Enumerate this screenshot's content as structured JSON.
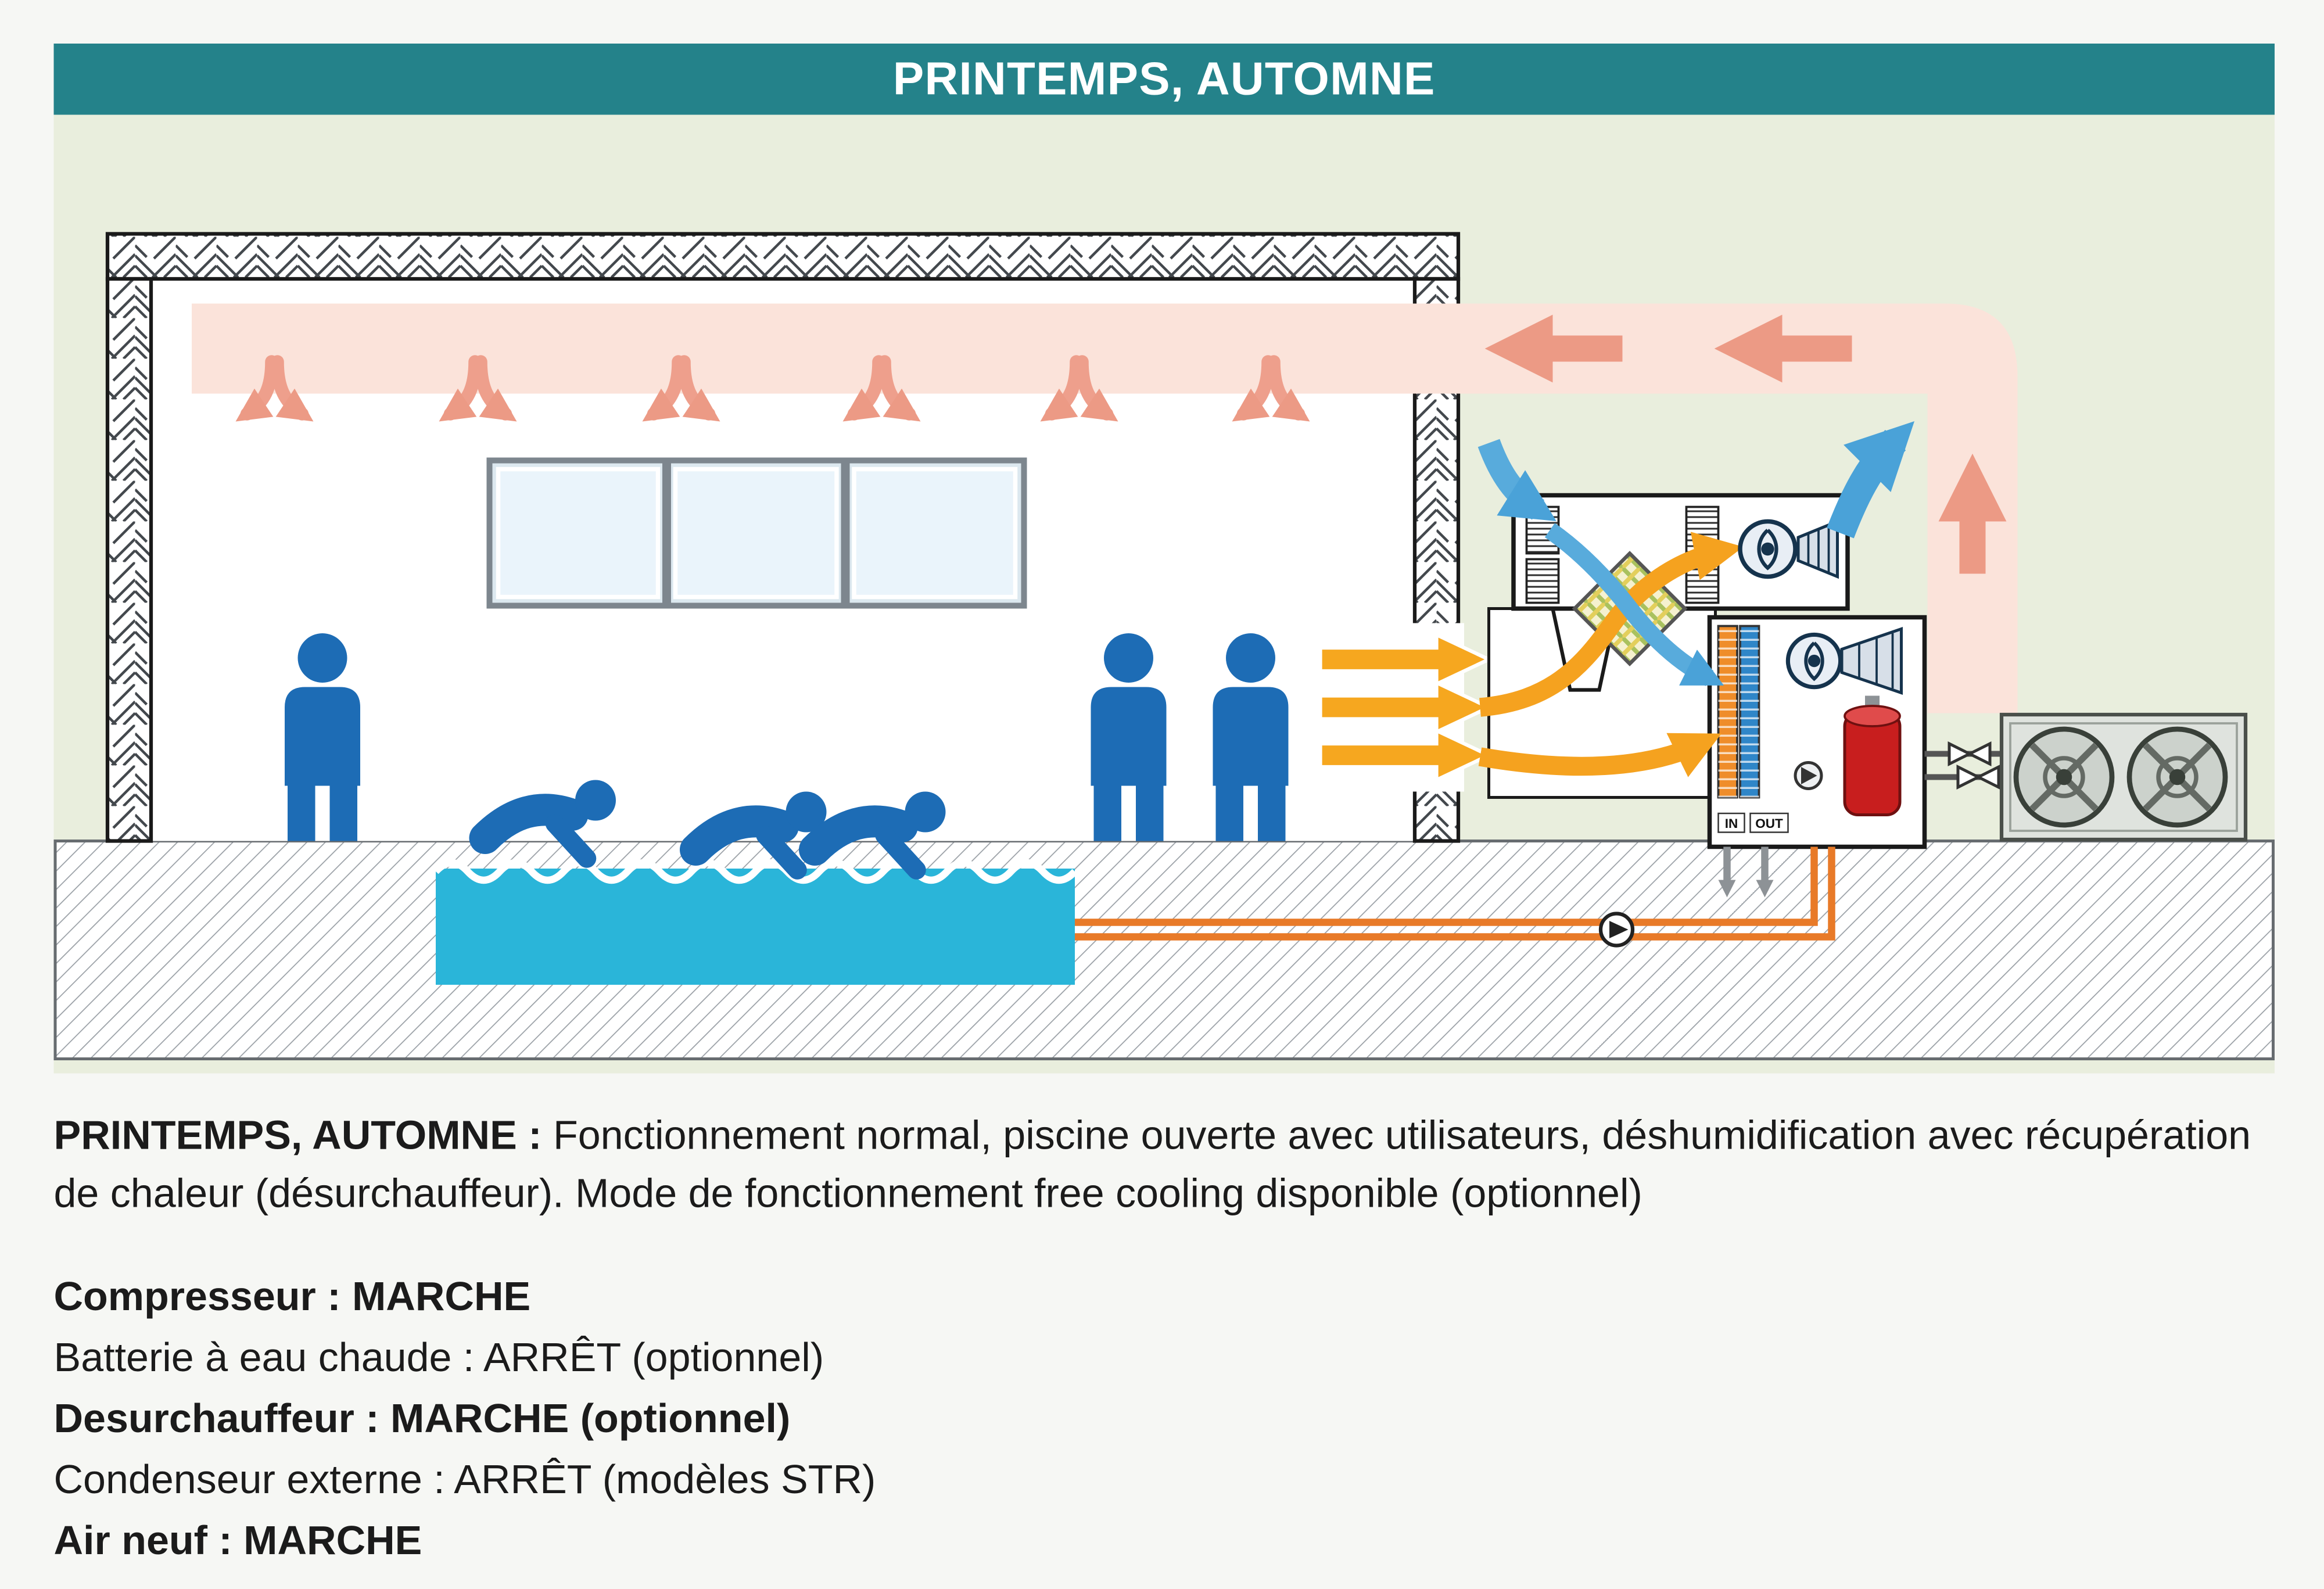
{
  "header": {
    "title": "PRINTEMPS, AUTOMNE",
    "bg_color": "#24828a"
  },
  "diagram": {
    "unit_labels": {
      "in": "IN",
      "out": "OUT"
    },
    "colors": {
      "panel_background": "#e9eedd",
      "supply_air_duct": "#fbe3da",
      "supply_air_arrows": "#ec9a85",
      "exhaust_air_orange": "#f5a21f",
      "fresh_air_blue": "#58abdc",
      "outlet_air_blue": "#4aa2d8",
      "people_blue": "#1d6cb5",
      "pool_water": "#2ab5d9",
      "compressor_red": "#c81e1e",
      "pool_pipe_orange": "#e87a28",
      "condenser_gray": "#dfe3de"
    }
  },
  "caption": {
    "label_bold": "PRINTEMPS, AUTOMNE :",
    "text": "Fonctionnement normal, piscine ouverte avec utilisateurs, déshumidification avec récupération de chaleur (désurchauffeur). Mode de fonctionnement free cooling disponible (optionnel)"
  },
  "status_lines": [
    {
      "text": "Compresseur : MARCHE",
      "bold": true
    },
    {
      "text": "Batterie à eau chaude : ARRÊT (optionnel)",
      "bold": false
    },
    {
      "text": "Desurchauffeur : MARCHE (optionnel)",
      "bold": true
    },
    {
      "text": "Condenseur externe : ARRÊT (modèles STR)",
      "bold": false
    },
    {
      "text": "Air neuf : MARCHE",
      "bold": true
    }
  ]
}
